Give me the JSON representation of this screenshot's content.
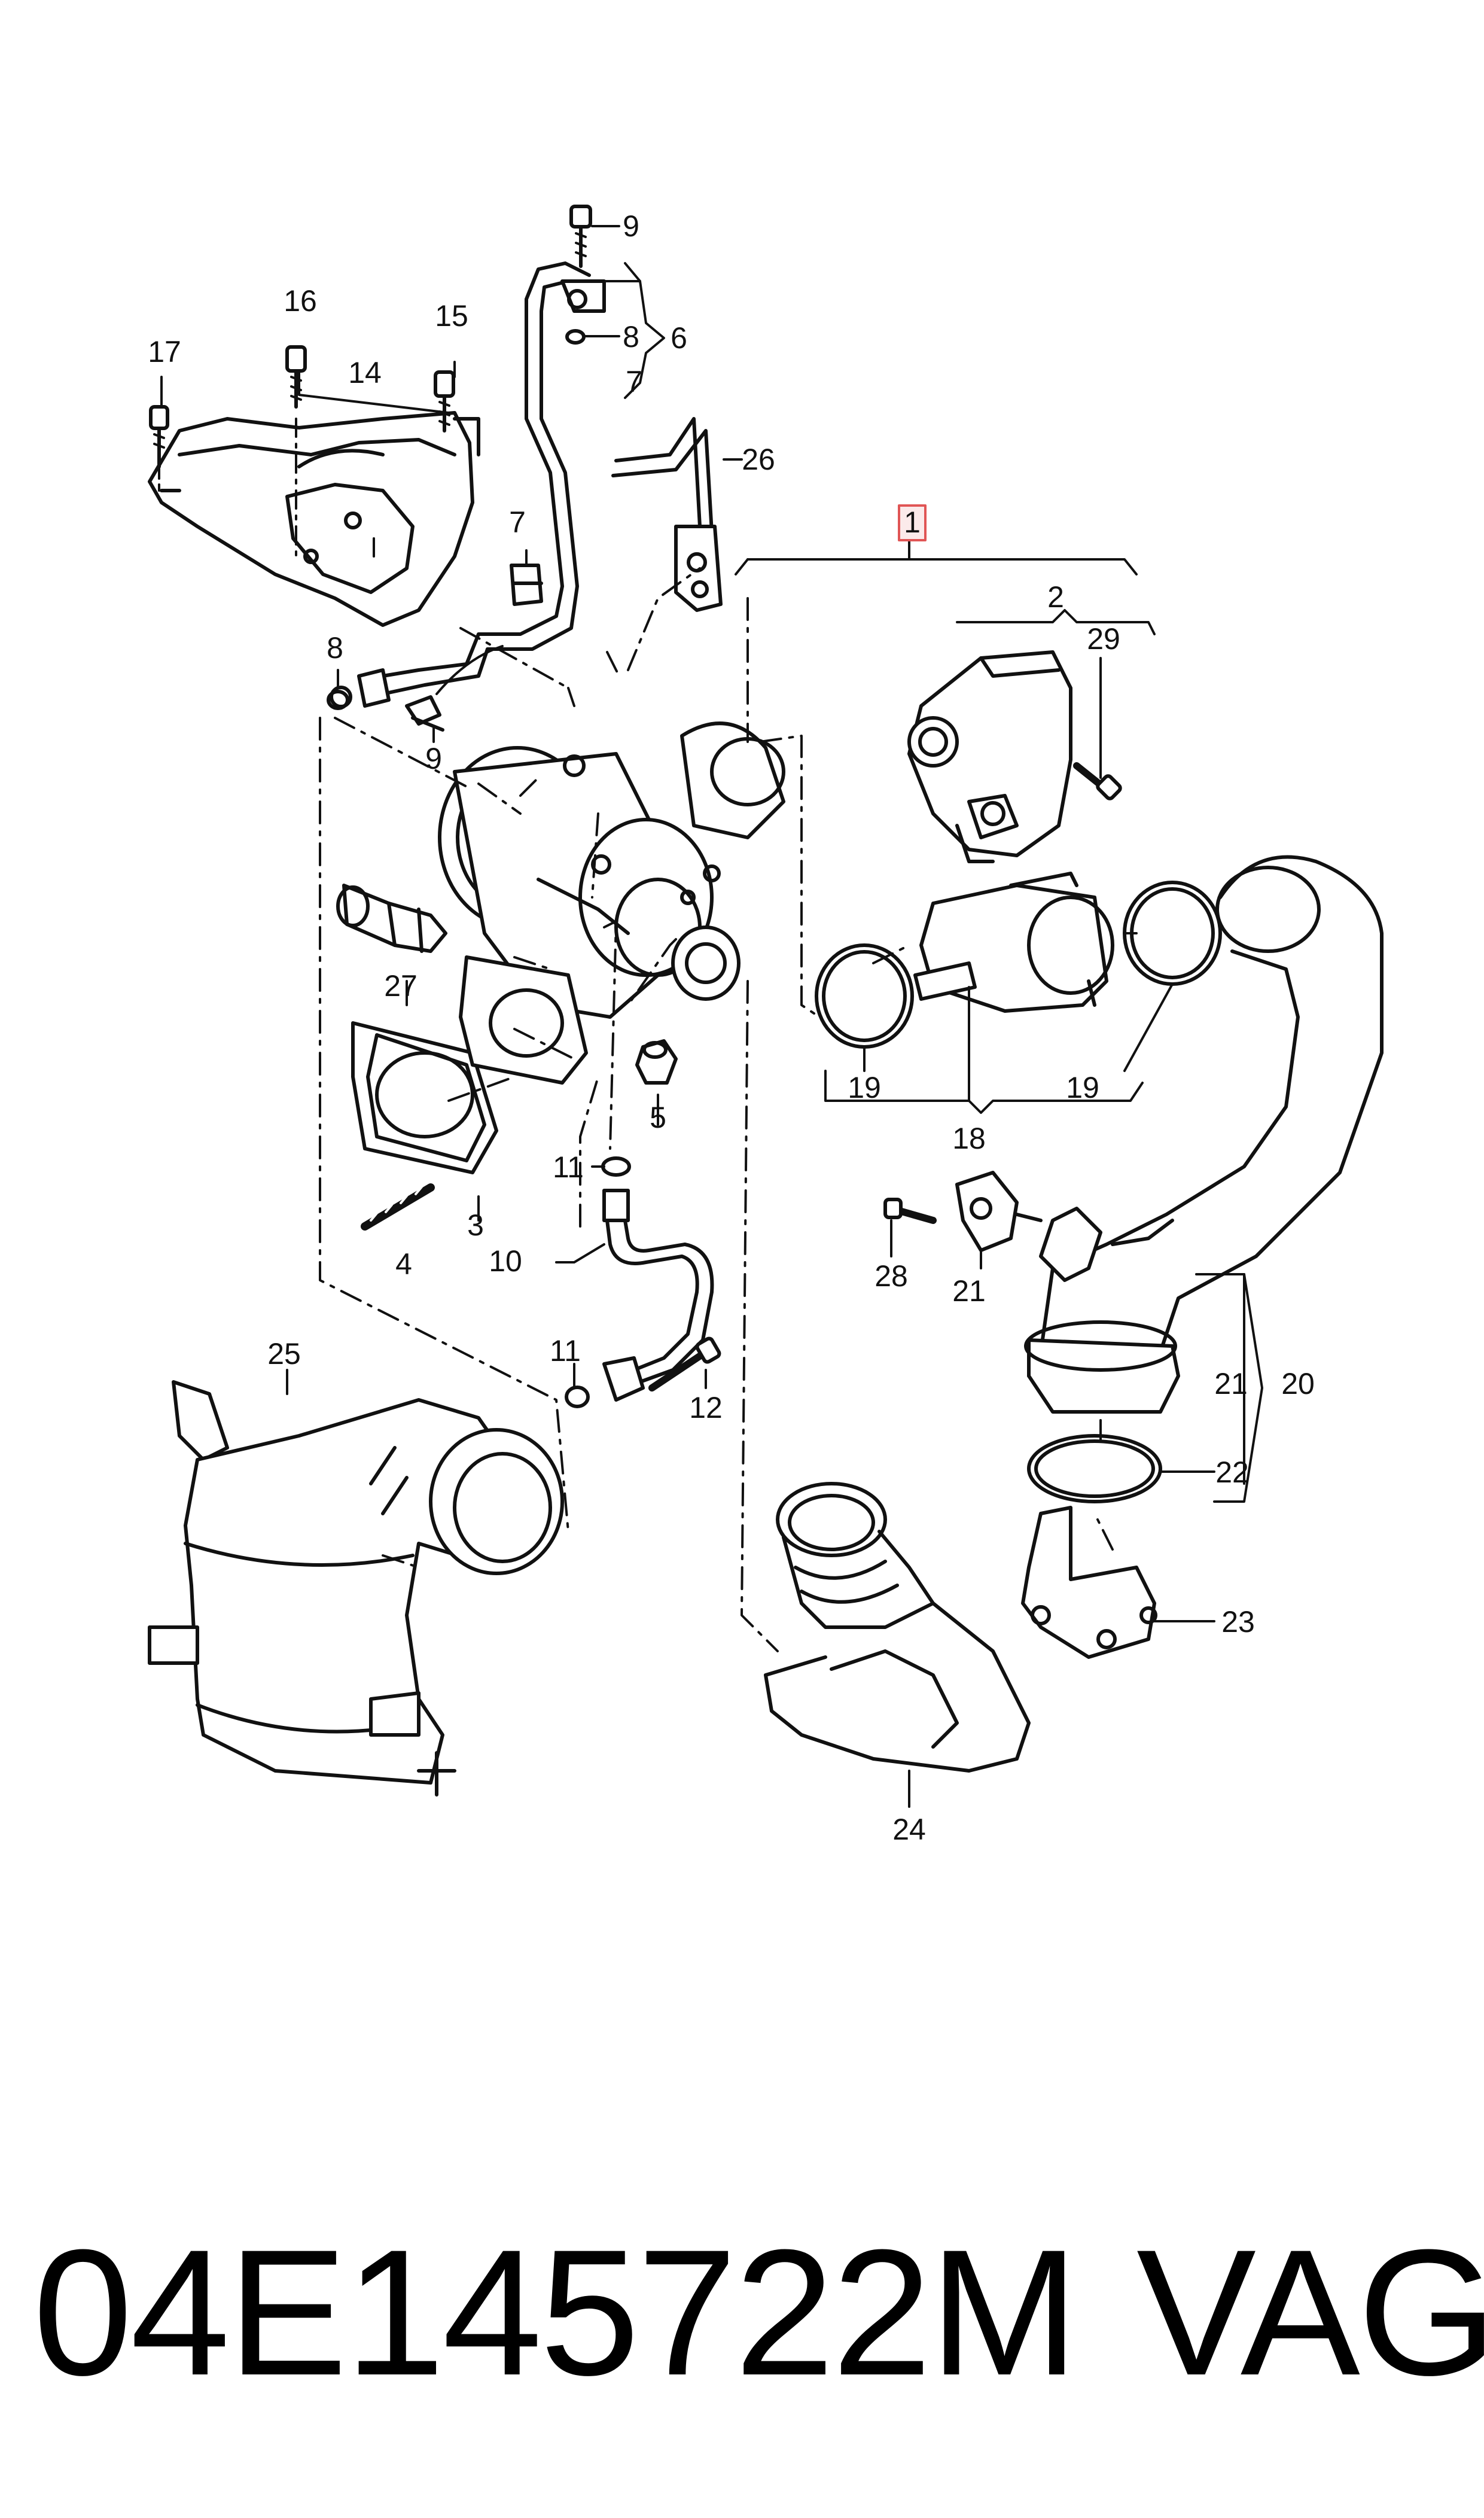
{
  "callouts": {
    "c1": "1",
    "c2": "2",
    "c3": "3",
    "c4": "4",
    "c5": "5",
    "c6": "6",
    "c7a": "7",
    "c7b": "7",
    "c8a": "8",
    "c8b": "8",
    "c9a": "9",
    "c9b": "9",
    "c10": "10",
    "c11a": "11",
    "c11b": "11",
    "c12": "12",
    "c14": "14",
    "c15": "15",
    "c16": "16",
    "c17": "17",
    "c18": "18",
    "c19a": "19",
    "c19b": "19",
    "c20": "20",
    "c21a": "21",
    "c21b": "21",
    "c22": "22",
    "c23": "23",
    "c24": "24",
    "c25": "25",
    "c26": "26",
    "c27": "27",
    "c28": "28",
    "c29": "29"
  },
  "highlight": {
    "callout": "1",
    "color": "#e05555"
  },
  "footer": {
    "part_number": "04E145722M",
    "brand": "VAG"
  }
}
